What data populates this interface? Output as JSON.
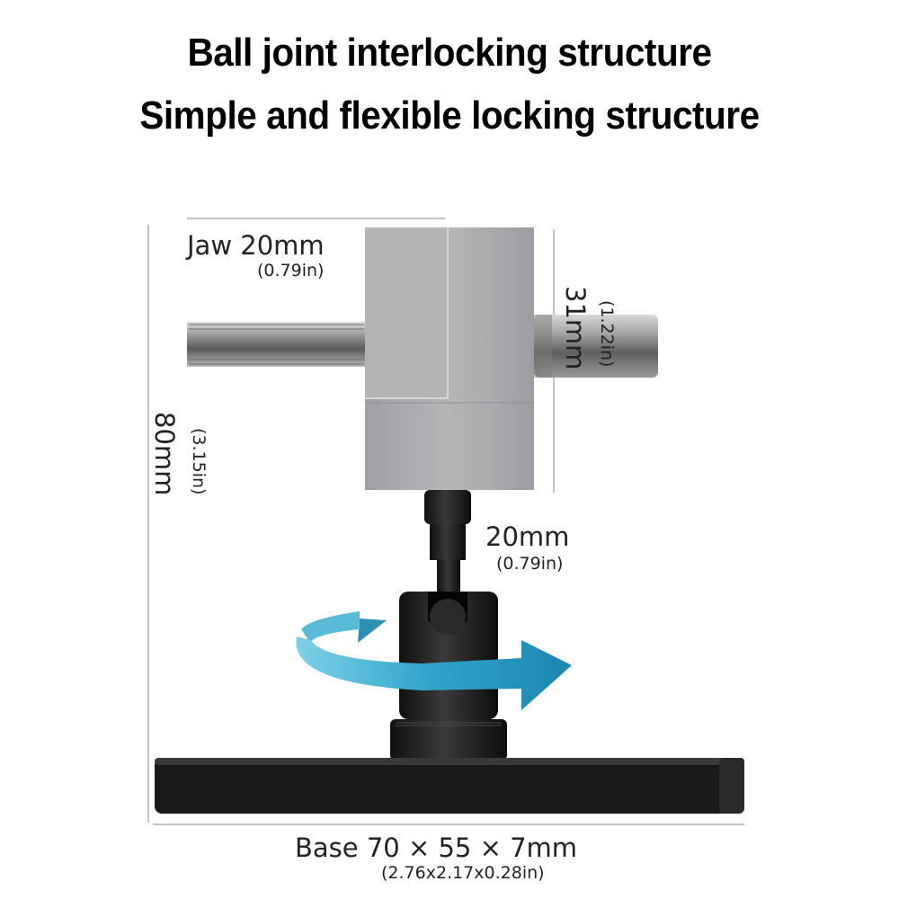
{
  "headline": {
    "line1": "Ball joint interlocking structure",
    "line2": "Simple and flexible locking structure"
  },
  "dimensions": {
    "jaw": {
      "label": "Jaw 20mm",
      "sub": "(0.79in)"
    },
    "height": {
      "label": "80mm",
      "sub": "(3.15in)"
    },
    "width": {
      "label": "31mm",
      "sub": "(1.22in)"
    },
    "neck": {
      "label": "20mm",
      "sub": "(0.79in)"
    },
    "base": {
      "label": "Base 70 × 55 × 7mm",
      "sub": "(2.76x2.17x0.28in)"
    }
  },
  "colors": {
    "aluminum": "#a9aaac",
    "black_part": "#1c1c1c",
    "rotation_arrow": "#2ea3c9",
    "dim_line": "#9a9a9a"
  },
  "icons": {
    "rotation": "rotation-arrow-icon"
  }
}
